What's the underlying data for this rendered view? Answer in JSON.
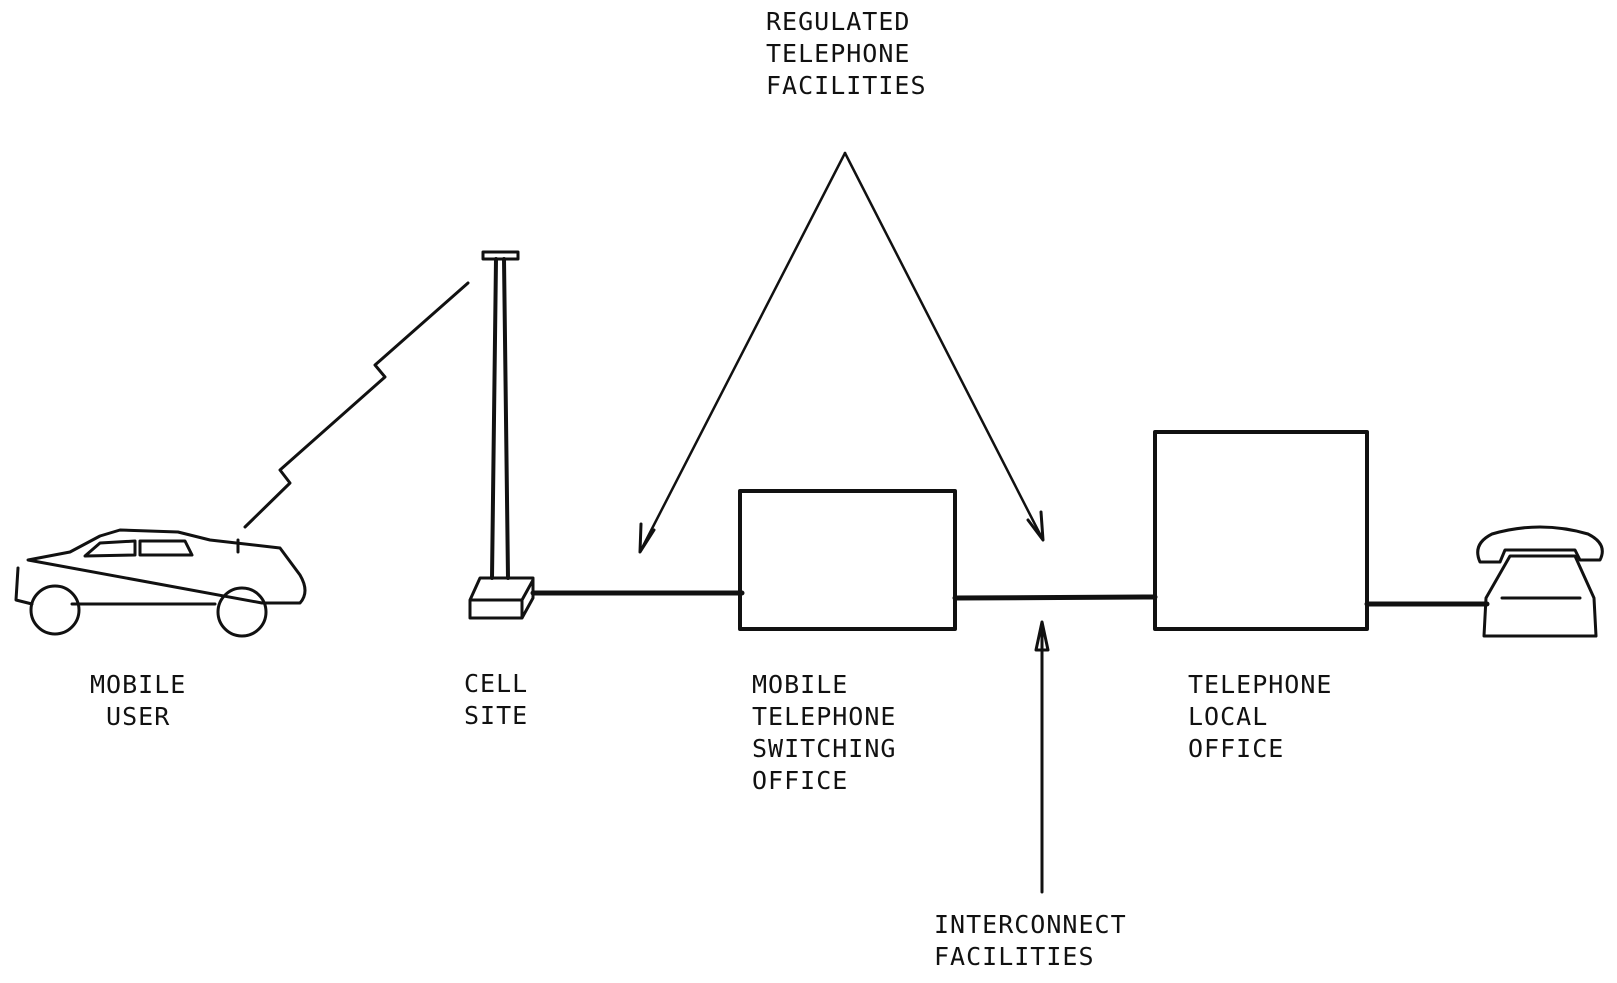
{
  "labels": {
    "regulated": [
      "REGULATED",
      "TELEPHONE",
      "FACILITIES"
    ],
    "mobile_user": [
      "MOBILE",
      "USER"
    ],
    "cell_site": [
      "CELL",
      "SITE"
    ],
    "mtso": [
      "MOBILE",
      "TELEPHONE",
      "SWITCHING",
      "OFFICE"
    ],
    "local_office": [
      "TELEPHONE",
      "LOCAL",
      "OFFICE"
    ],
    "interconnect": [
      "INTERCONNECT",
      "FACILITIES"
    ]
  },
  "icons": {
    "car": "car-icon",
    "tower": "cell-tower-icon",
    "radio_link": "radio-link-icon",
    "phone": "telephone-icon"
  },
  "colors": {
    "ink": "#111111",
    "background": "#ffffff"
  }
}
